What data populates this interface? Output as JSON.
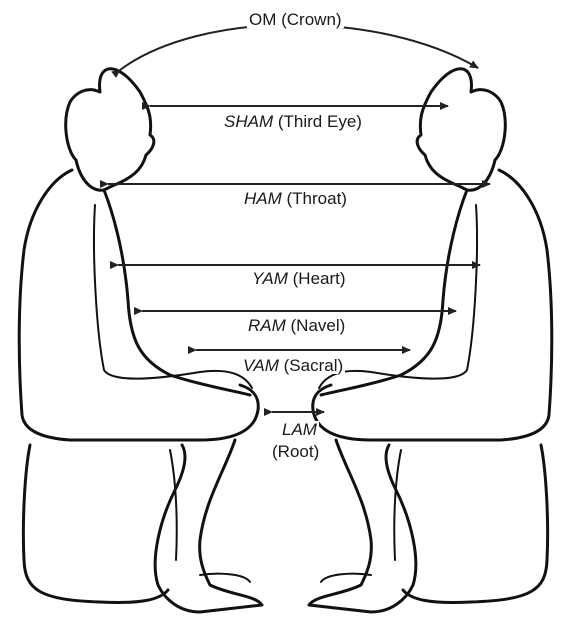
{
  "diagram": {
    "crown": {
      "text": "OM (Crown)"
    },
    "third_eye": {
      "mantra": "SHAM",
      "name": "(Third Eye)"
    },
    "throat": {
      "mantra": "HAM",
      "name": "(Throat)"
    },
    "heart": {
      "mantra": "YAM",
      "name": "(Heart)"
    },
    "navel": {
      "mantra": "RAM",
      "name": "(Navel)"
    },
    "sacral": {
      "mantra": "VAM",
      "name": "(Sacral)"
    },
    "root": {
      "mantra": "LAM",
      "name": "(Root)"
    }
  }
}
